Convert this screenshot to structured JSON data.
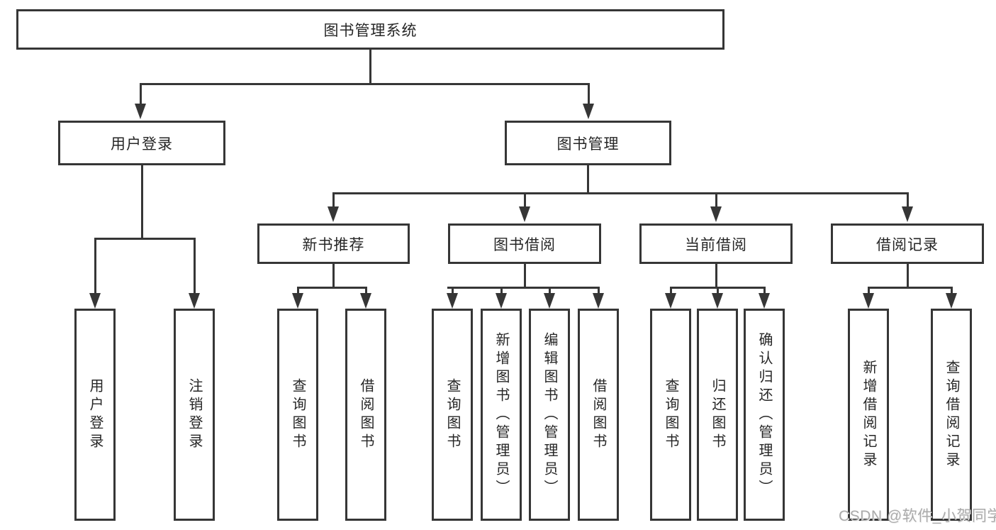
{
  "diagram": {
    "type": "hierarchy-tree",
    "tree": {
      "label": "图书管理系统",
      "children": [
        {
          "label": "用户登录",
          "children": [
            {
              "label": "用户登录"
            },
            {
              "label": "注销登录"
            }
          ]
        },
        {
          "label": "图书管理",
          "children": [
            {
              "label": "新书推荐",
              "children": [
                {
                  "label": "查询图书"
                },
                {
                  "label": "借阅图书"
                }
              ]
            },
            {
              "label": "图书借阅",
              "children": [
                {
                  "label": "查询图书"
                },
                {
                  "label": "新增图书（管理员）"
                },
                {
                  "label": "编辑图书（管理员）"
                },
                {
                  "label": "借阅图书"
                }
              ]
            },
            {
              "label": "当前借阅",
              "children": [
                {
                  "label": "查询图书"
                },
                {
                  "label": "归还图书"
                },
                {
                  "label": "确认归还（管理员）"
                }
              ]
            },
            {
              "label": "借阅记录",
              "children": [
                {
                  "label": "新增借阅记录"
                },
                {
                  "label": "查询借阅记录"
                }
              ]
            }
          ]
        }
      ]
    }
  },
  "colors": {
    "line": "#363636",
    "box_border": "#363636",
    "text": "#262626",
    "background": "#ffffff",
    "watermark": "#ababab"
  },
  "watermark": {
    "text": "CSDN @软件_小贺同学"
  }
}
